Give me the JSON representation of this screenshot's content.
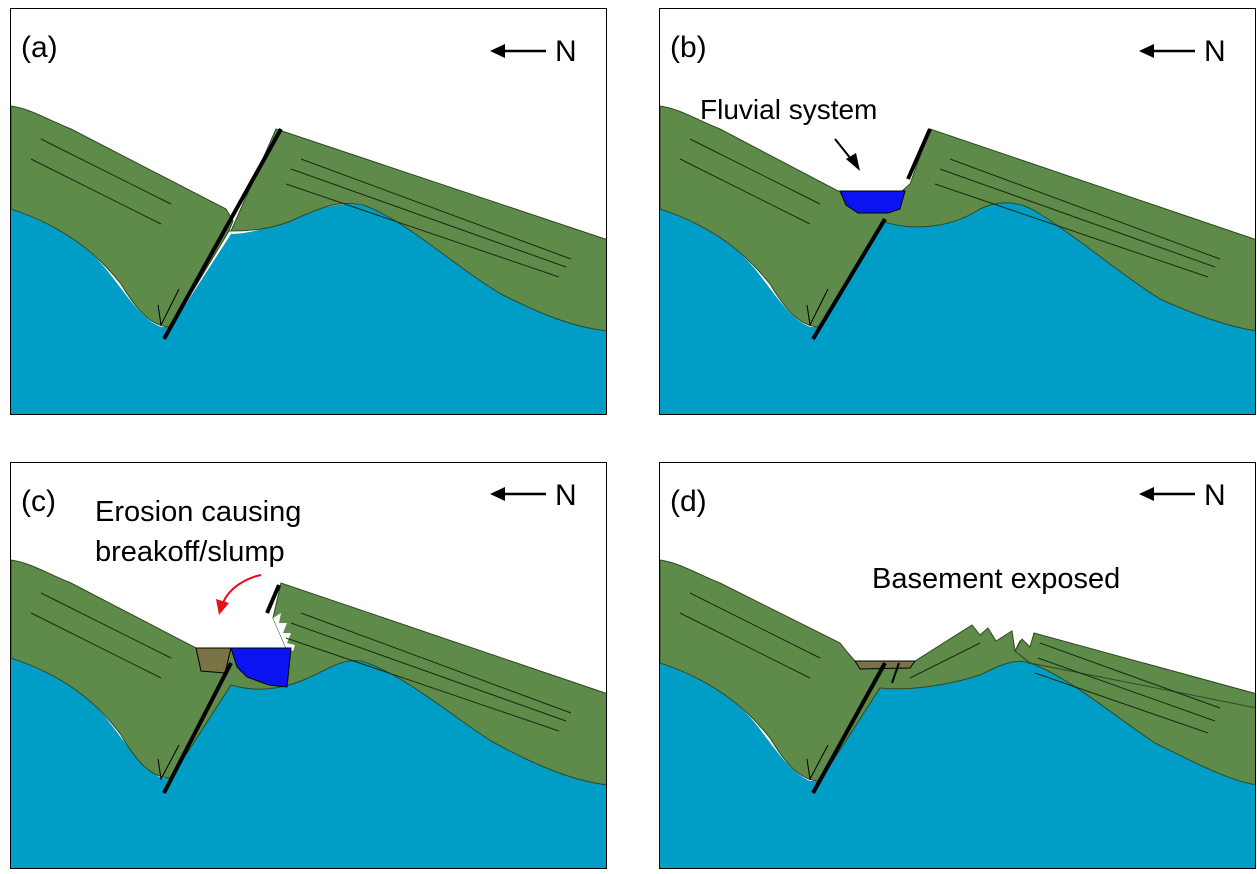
{
  "panels": [
    {
      "label": "(a)",
      "north": "N"
    },
    {
      "label": "(b)",
      "north": "N",
      "annotation": "Fluvial system"
    },
    {
      "label": "(c)",
      "north": "N",
      "annotation_line1": "Erosion causing",
      "annotation_line2": "breakoff/slump"
    },
    {
      "label": "(d)",
      "north": "N",
      "annotation": "Basement exposed"
    }
  ],
  "colors": {
    "basement": "#009ec6",
    "sediment": "#5e8a4a",
    "river": "#0a14f0",
    "slump": "#7a7345",
    "fault": "#000000",
    "arrow_red": "#e8101a"
  }
}
